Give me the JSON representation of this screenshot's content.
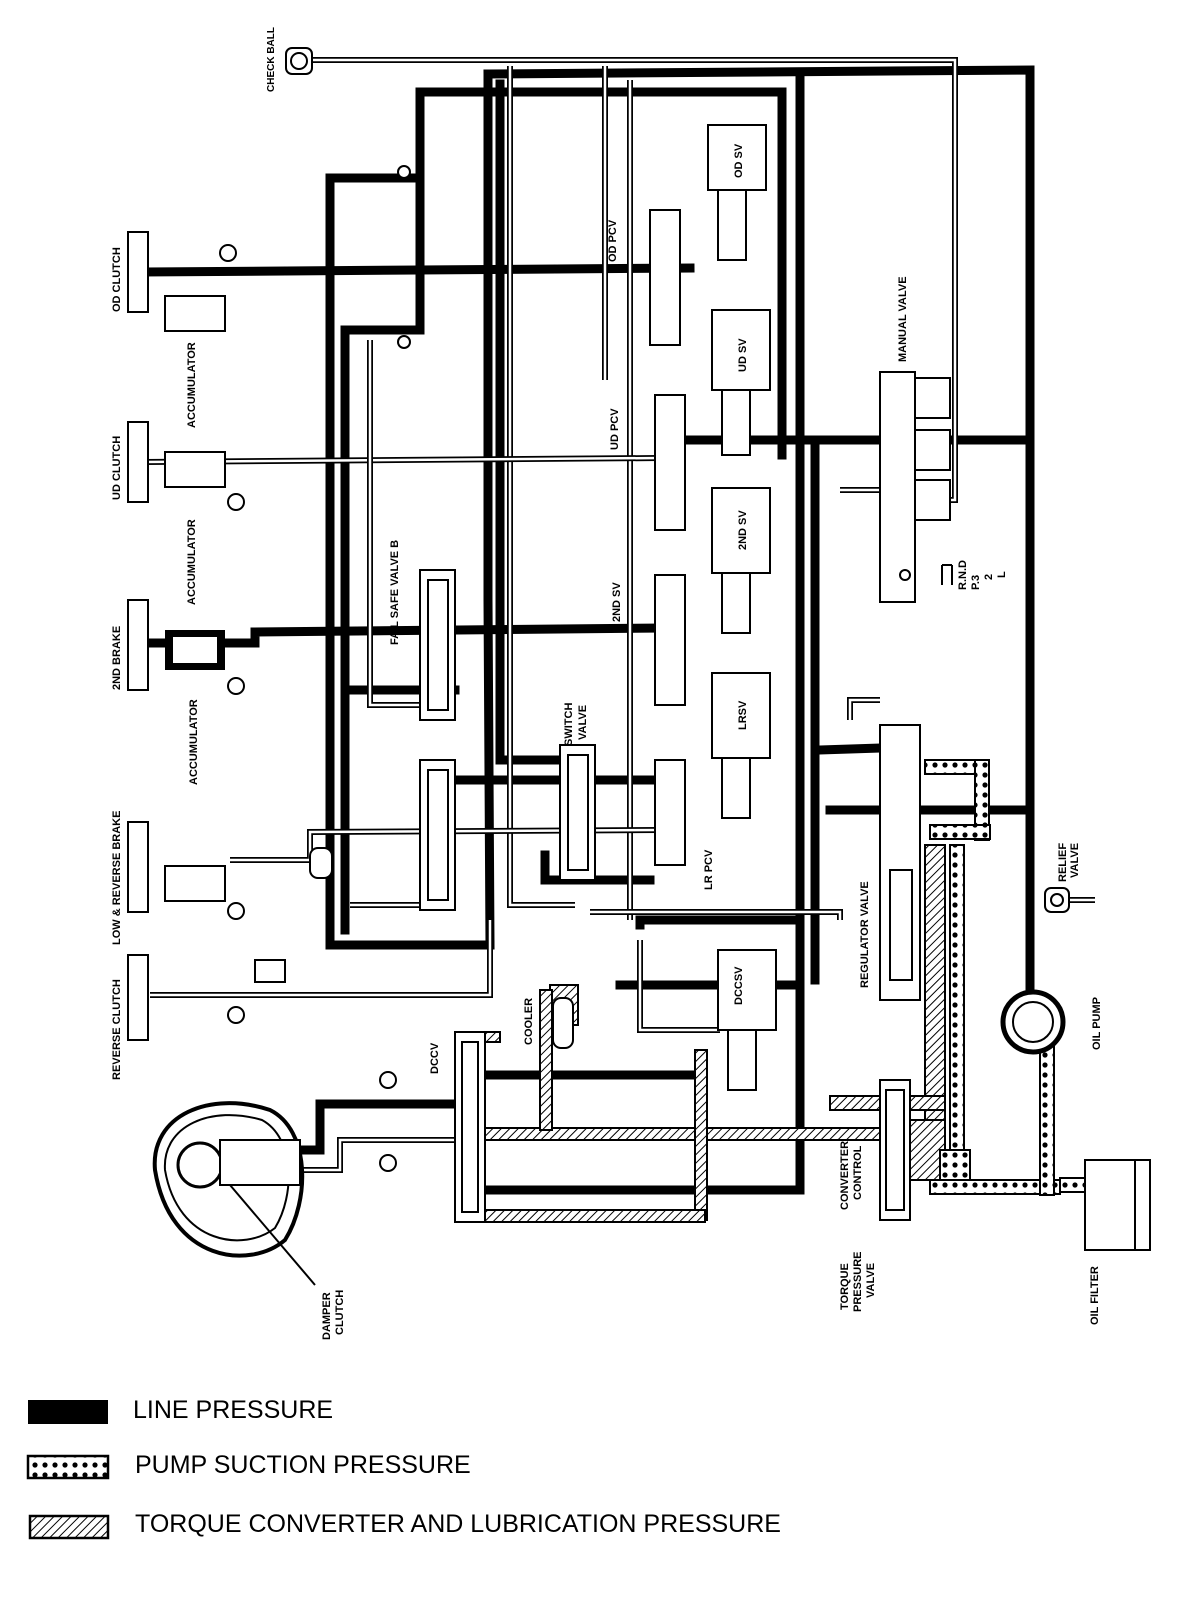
{
  "labels": {
    "check_ball": "CHECK BALL",
    "od_clutch": "OD CLUTCH",
    "accumulator_1": "ACCUMULATOR",
    "ud_clutch": "UD CLUTCH",
    "accumulator_2": "ACCUMULATOR",
    "second_brake": "2ND BRAKE",
    "accumulator_3": "ACCUMULATOR",
    "low_reverse_brake": "LOW & REVERSE BRAKE",
    "reverse_clutch": "REVERSE CLUTCH",
    "fail_safe_valve_b": "FAIL SAFE VALVE B",
    "od_pcv": "OD PCV",
    "od_sv": "OD SV",
    "ud_pcv": "UD PCV",
    "ud_sv": "UD SV",
    "second_sv_left": "2ND SV",
    "second_sv_box": "2ND SV",
    "lrsv": "LRSV",
    "switch_valve": "SWITCH VALVE",
    "lr_pcv": "LR PCV",
    "manual_valve": "MANUAL VALVE",
    "gear_positions": [
      "R.N.D",
      "P.3",
      "2",
      "L"
    ],
    "relief_valve": "RELIEF VALVE",
    "regulator_valve": "REGULATOR VALVE",
    "oil_pump": "OIL PUMP",
    "dccsv": "DCCSV",
    "cooler": "COOLER",
    "dccv": "DCCV",
    "converter_control": "CONVERTER CONTROL",
    "torque_pressure_valve": "TORQUE PRESSURE VALVE",
    "oil_filter": "OIL FILTER",
    "damper_clutch": "DAMPER CLUTCH"
  },
  "legend": [
    {
      "pattern": "solid",
      "label": "LINE PRESSURE"
    },
    {
      "pattern": "dotted",
      "label": "PUMP SUCTION PRESSURE"
    },
    {
      "pattern": "hatched",
      "label": "TORQUE CONVERTER AND LUBRICATION PRESSURE"
    }
  ],
  "colors": {
    "ink": "#000000",
    "paper": "#ffffff"
  }
}
